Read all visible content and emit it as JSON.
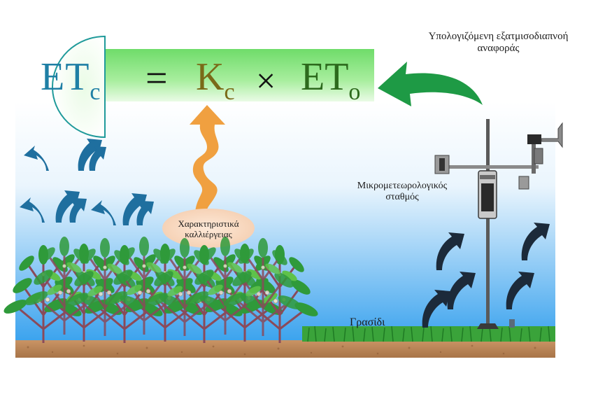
{
  "equation": {
    "lhs_main": "ET",
    "lhs_sub": "c",
    "equals": "=",
    "coef_main": "K",
    "coef_sub": "c",
    "times": "×",
    "ref_main": "ET",
    "ref_sub": "o"
  },
  "labels": {
    "reference_et": "Υπολογιζόμενη εξατμισοδιαπνοή αναφοράς",
    "weather_station": "Μικρομετεωρολογικός σταθμός",
    "crop_characteristics": "Χαρακτηριστικά καλλιέργειας",
    "grass": "Γρασίδι"
  },
  "colors": {
    "etc_blue": "#1f7fa5",
    "kc_olive": "#7a6a18",
    "eto_green": "#2d6a1d",
    "banner_green": "#7fe07a",
    "arrow_green": "#1e9a45",
    "crop_arrow_orange": "#f0a040",
    "vapor_blue": "#1f6f9f",
    "vapor_dark": "#1c2a3a",
    "sky_blue": "#3ea6f0",
    "soil_brown": "#b98458"
  },
  "icons": {
    "plants": "crop-plant-icon",
    "station": "weather-station-icon",
    "vapor": "vapor-arrow-icon"
  }
}
